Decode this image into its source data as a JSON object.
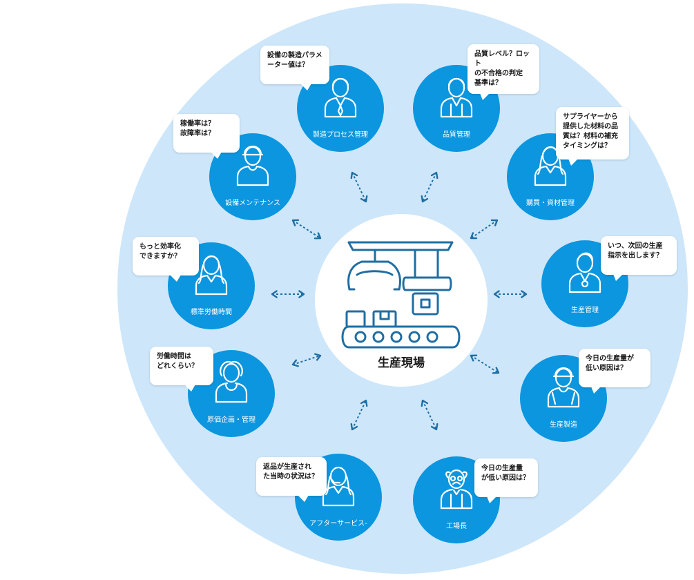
{
  "center": {
    "label": "生産現場"
  },
  "roles": [
    {
      "id": "process",
      "label": "製造プロセス管理",
      "question": "設備の製造パラメ\nーター値は？"
    },
    {
      "id": "quality",
      "label": "品質管理",
      "question": "品質レベル？ロット\nの不合格の判定\n基準は？"
    },
    {
      "id": "maintenance",
      "label": "設備メンテナンス",
      "question": "稼働率は？\n故障率は？"
    },
    {
      "id": "purchasing",
      "label": "購買・資材管理",
      "question": "サプライヤーから\n提供した材料の品\n質は？材料の補充\nタイミングは？"
    },
    {
      "id": "standard-labor",
      "label": "標準労働時間",
      "question": "もっと効率化\nできますか？"
    },
    {
      "id": "production-mgmt",
      "label": "生産管理",
      "question": "いつ、次回の生産\n指示を出します？"
    },
    {
      "id": "cost",
      "label": "原価企画・管理",
      "question": "労働時間は\nどれくらい？"
    },
    {
      "id": "manufacturing",
      "label": "生産製造",
      "question": "今日の生産量が\n低い原因は？"
    },
    {
      "id": "after-service",
      "label": "アフターサービス-",
      "question": "返品が生産され\nた当時の状況は？"
    },
    {
      "id": "plant-manager",
      "label": "工場長",
      "question": "今日の生産量\nが低い原因は？"
    }
  ],
  "colors": {
    "outer": "#cde6fa",
    "node": "#0b96df",
    "arrow": "#1f6ea3",
    "icon": "#1f6ea3"
  }
}
